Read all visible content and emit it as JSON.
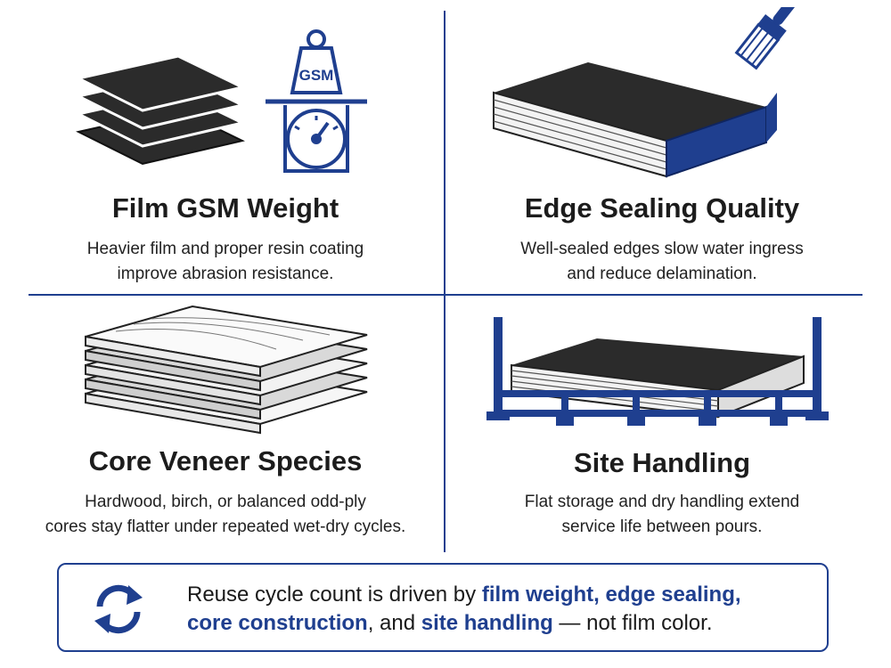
{
  "panels": [
    {
      "title": "Film GSM Weight",
      "description_lines": [
        "Heavier film and proper resin coating",
        "improve abrasion resistance."
      ],
      "icon_names": [
        "stacked-film-sheets-icon",
        "gsm-weight-scale-icon"
      ],
      "weight_label": "GSM"
    },
    {
      "title": "Edge Sealing Quality",
      "description_lines": [
        "Well-sealed edges slow water ingress",
        "and reduce delamination."
      ],
      "icon_names": [
        "panel-edge-paintbrush-icon"
      ]
    },
    {
      "title": "Core Veneer Species",
      "description_lines": [
        "Hardwood, birch, or balanced odd-ply",
        "cores stay flatter under repeated wet-dry cycles."
      ],
      "icon_names": [
        "veneer-layers-icon"
      ]
    },
    {
      "title": "Site Handling",
      "description_lines": [
        "Flat storage and dry handling extend",
        "service life between pours."
      ],
      "icon_names": [
        "stacked-panels-on-rack-icon"
      ]
    }
  ],
  "summary": {
    "icon_name": "reuse-cycle-arrows-icon",
    "line1": {
      "plain": "Reuse cycle count is driven by ",
      "highlight": "film weight, edge sealing,"
    },
    "line2": {
      "highlight_a": "core construction",
      "plain_a": ", and ",
      "highlight_b": "site handling",
      "plain_b": " — not film color."
    }
  },
  "colors": {
    "accent_blue": "#1f3f8f",
    "film_black": "#2b2b2b",
    "text": "#1a1a1a"
  }
}
